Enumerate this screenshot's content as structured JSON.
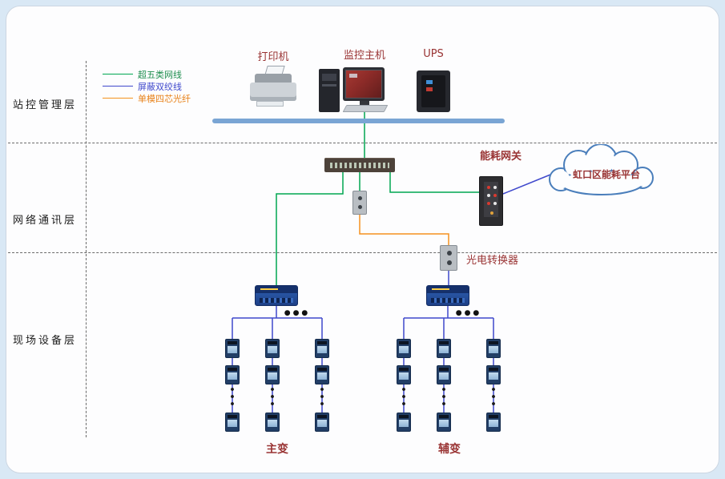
{
  "layers": {
    "station": "站控管理层",
    "network": "网络通讯层",
    "field": "现场设备层"
  },
  "legend": {
    "cat5e": "超五类网线",
    "shielded_tp": "屏蔽双绞线",
    "fiber": "单模四芯光纤"
  },
  "labels": {
    "printer": "打印机",
    "host": "监控主机",
    "ups": "UPS",
    "gateway": "能耗网关",
    "cloud_platform": "虹口区能耗平台",
    "optical_converter": "光电转换器",
    "main_transformer": "主变",
    "aux_transformer": "辅变",
    "ellipsis": "●●●"
  },
  "colors": {
    "bg": "#d9e8f5",
    "line-green": "#00a651",
    "line-blue": "#3f48cc",
    "line-orange": "#f5921e",
    "bus": "#7aa5d4",
    "label-red": "#993333",
    "cloud-stroke": "#4a7ebb"
  }
}
